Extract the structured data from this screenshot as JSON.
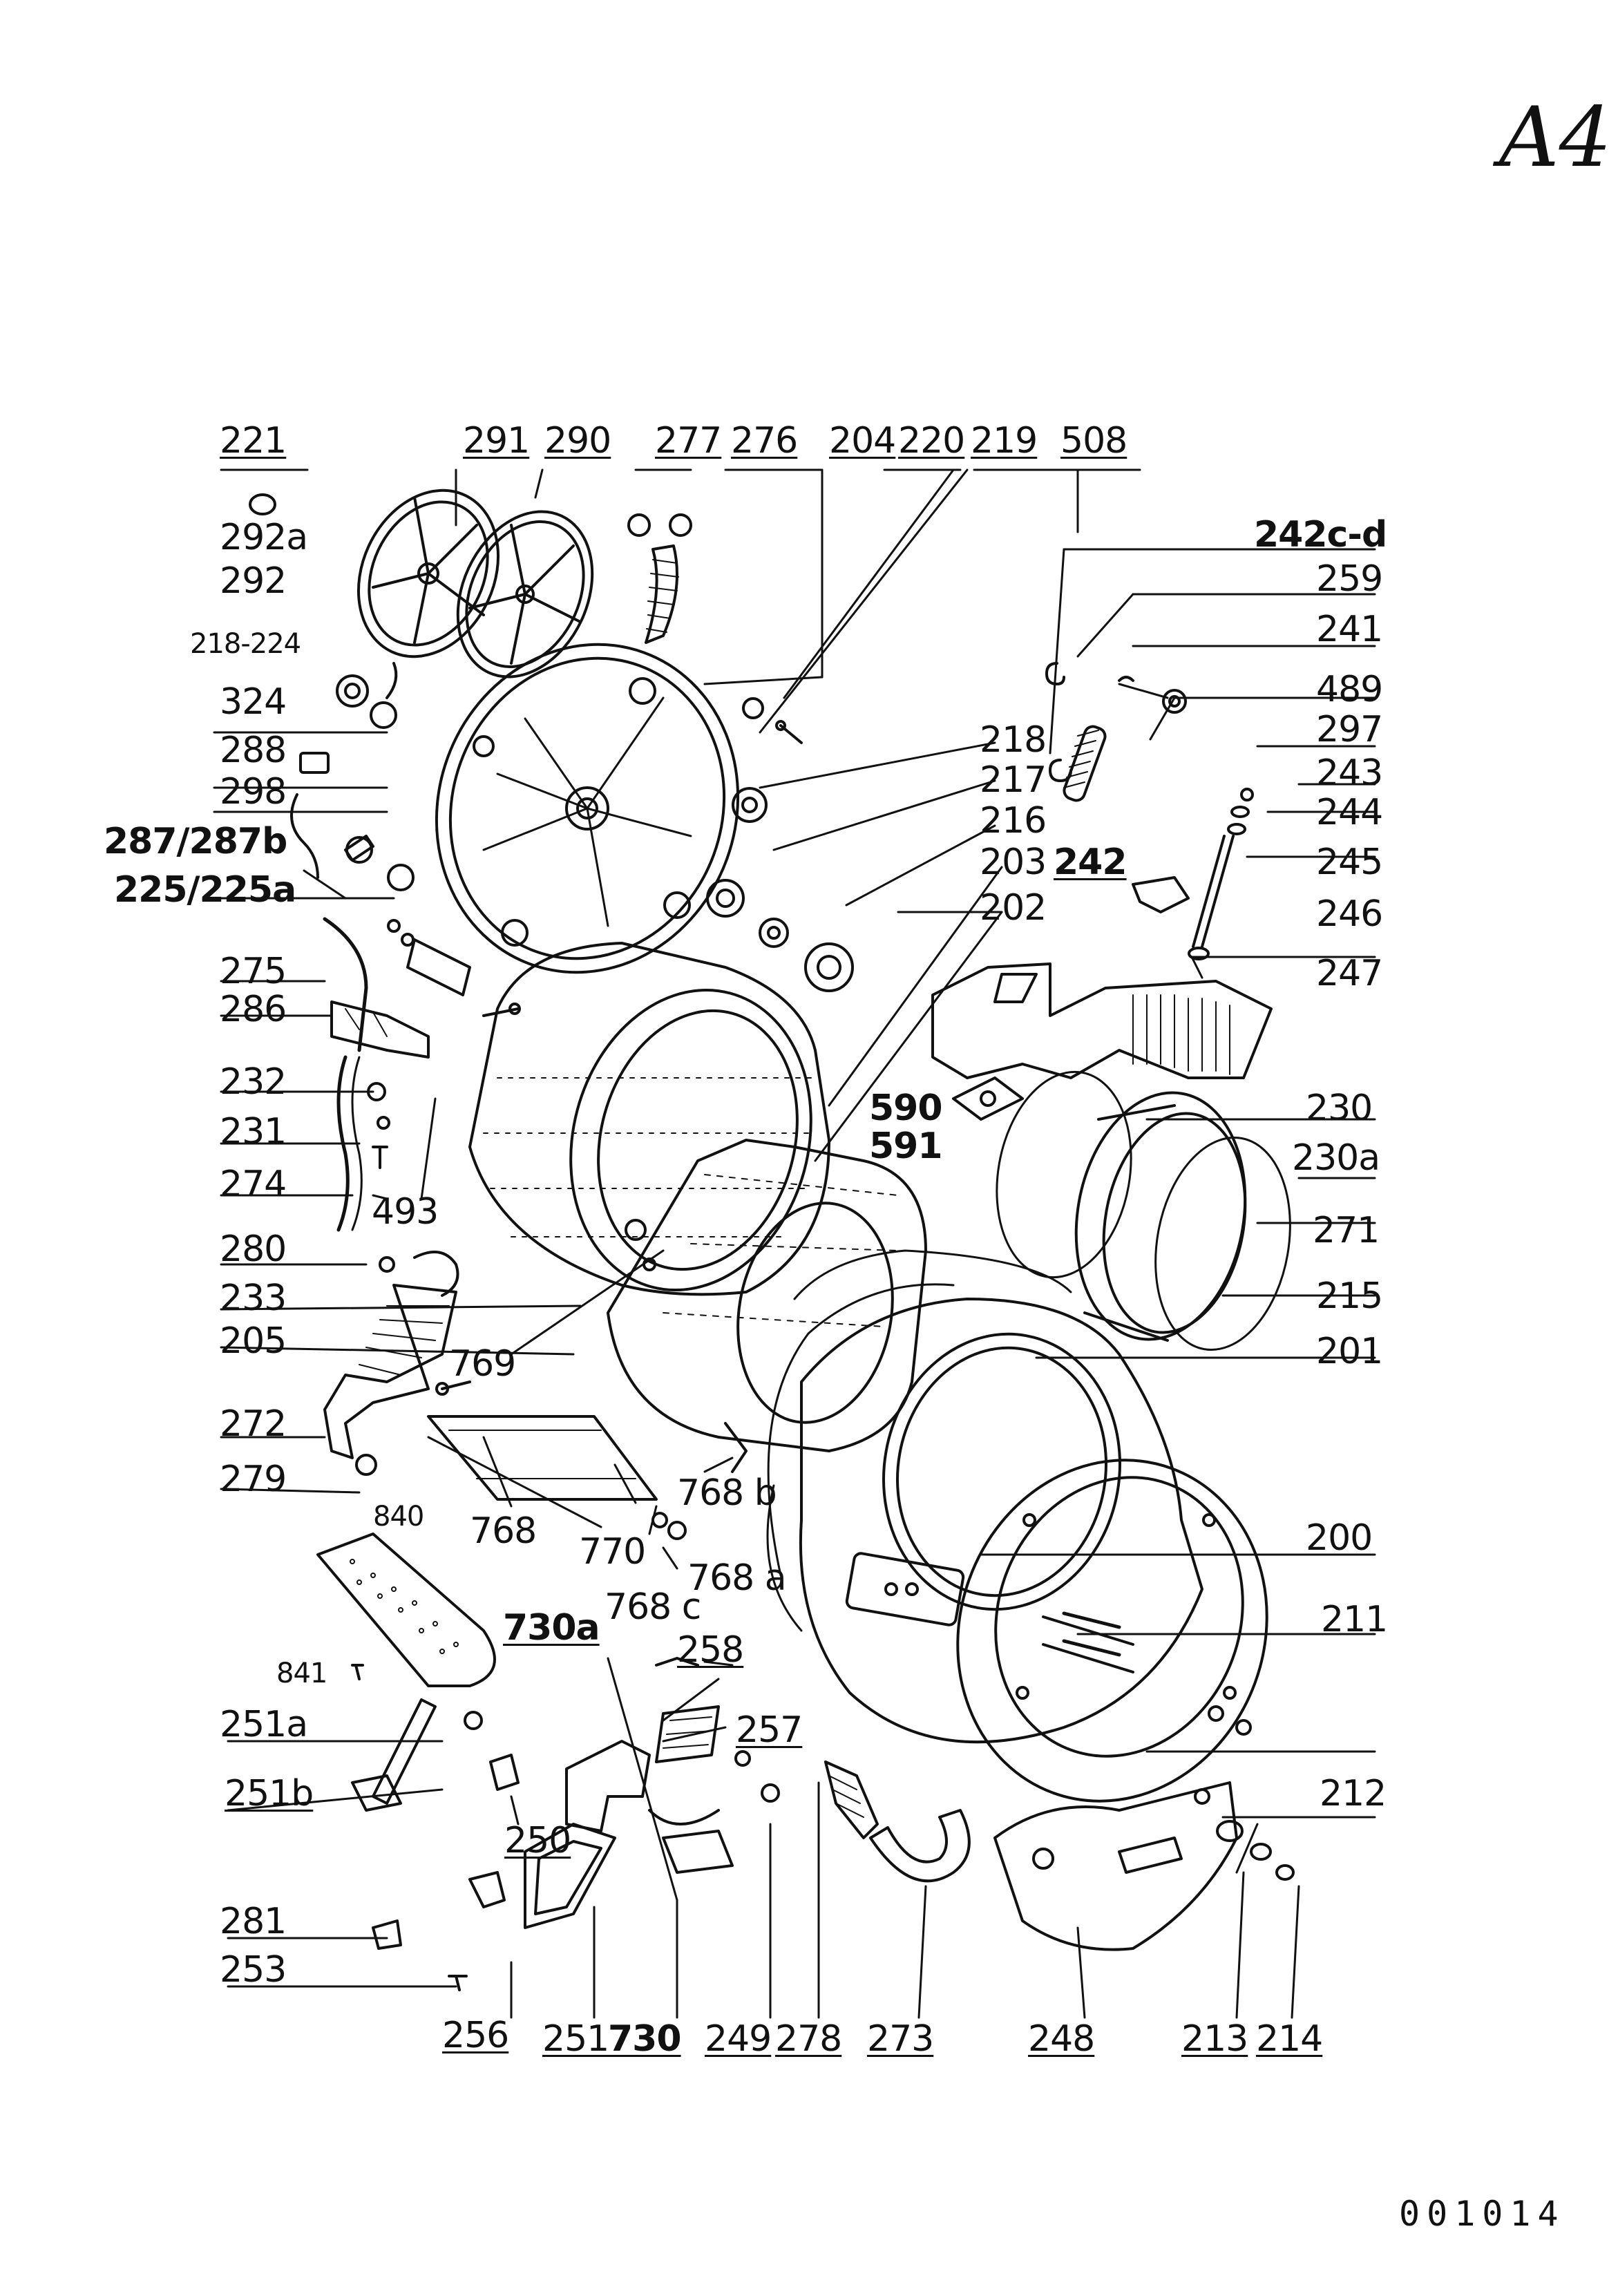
{
  "page_label": "A4",
  "document_number": "001014",
  "labels": {
    "l221": "221",
    "l291": "291",
    "l290": "290",
    "l277": "277",
    "l276": "276",
    "l204": "204",
    "l220": "220",
    "l219": "219",
    "l508": "508",
    "l242cd": "242c-d",
    "l259": "259",
    "l241": "241",
    "l489": "489",
    "l297": "297",
    "l243": "243",
    "l244": "244",
    "l245": "245",
    "l246": "246",
    "l247": "247",
    "l292a": "292a",
    "l292": "292",
    "l218_224": "218-224",
    "l324": "324",
    "l288": "288",
    "l298": "298",
    "l287": "287/287b",
    "l225": "225/225a",
    "l218": "218",
    "l217": "217",
    "l216": "216",
    "l203": "203",
    "l242": "242",
    "l202": "202",
    "l275": "275",
    "l286": "286",
    "l232": "232",
    "l231": "231",
    "l274": "274",
    "l493": "493",
    "l590": "590",
    "l591": "591",
    "l230": "230",
    "l230a": "230a",
    "l271": "271",
    "l280": "280",
    "l233": "233",
    "l205": "205",
    "l769": "769",
    "l215": "215",
    "l201": "201",
    "l272": "272",
    "l279": "279",
    "l840": "840",
    "l768": "768",
    "l770": "770",
    "l768b": "768 b",
    "l768c": "768 c",
    "l768a": "768 a",
    "l200": "200",
    "l730a": "730a",
    "l258": "258",
    "l841": "841",
    "l211": "211",
    "l251a": "251a",
    "l257": "257",
    "l251b": "251b",
    "l250": "250",
    "l212": "212",
    "l281": "281",
    "l253": "253",
    "l256": "256",
    "l251": "251",
    "l730": "730",
    "l249": "249",
    "l278": "278",
    "l273": "273",
    "l248": "248",
    "l213": "213",
    "l214": "214"
  }
}
